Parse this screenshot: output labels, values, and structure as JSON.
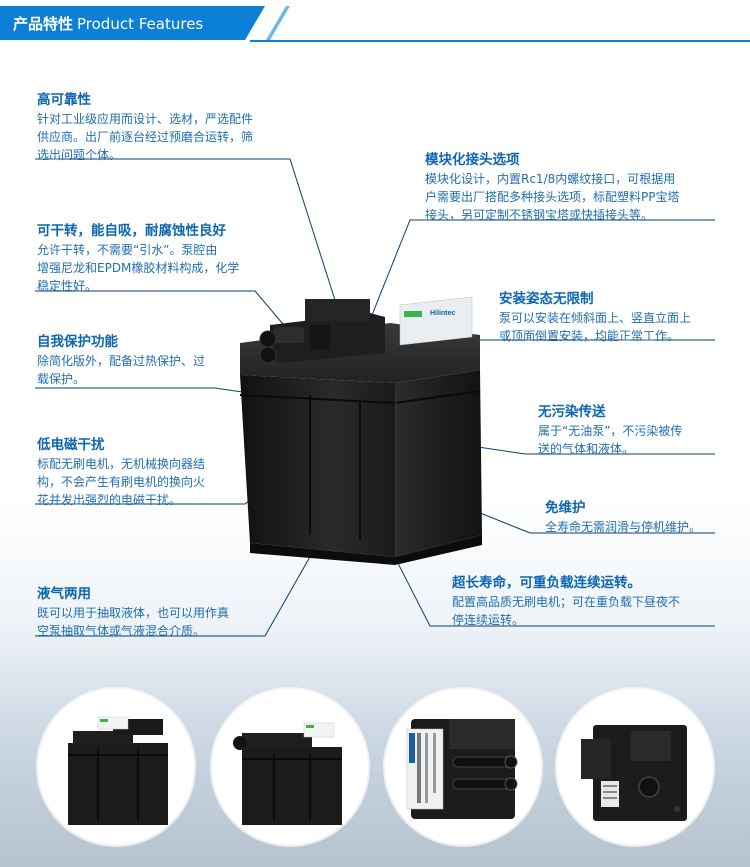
{
  "header": {
    "title_cn": "产品特性",
    "title_en": "Product Features"
  },
  "colors": {
    "brand_blue": "#0c7fd6",
    "text_blue": "#1f6eb0",
    "title_blue": "#0d66b2",
    "motor_black": "#1c1c1c"
  },
  "features": {
    "reliability": {
      "title": "高可靠性",
      "desc": [
        "针对工业级应用而设计、选材，严选配件",
        "供应商。出厂前逐台经过预磨合运转，筛",
        "选出问题个体。"
      ]
    },
    "dry_run": {
      "title": "可干转，能自吸，耐腐蚀性良好",
      "desc": [
        "允许干转，不需要“引水”。泵腔由",
        "增强尼龙和EPDM橡胶材料构成，化学",
        "稳定性好。"
      ]
    },
    "self_protect": {
      "title": "自我保护功能",
      "desc": [
        "除简化版外，配备过热保护、过",
        "载保护。"
      ]
    },
    "low_emi": {
      "title": "低电磁干扰",
      "desc": [
        "标配无刷电机，无机械换向器结",
        "构，不会产生有刷电机的换向火",
        "花并发出强烈的电磁干扰。"
      ]
    },
    "gas_liquid": {
      "title": "液气两用",
      "desc": [
        "既可以用于抽取液体，也可以用作真",
        "空泵抽取气体或气液混合介质。"
      ]
    },
    "modular_joint": {
      "title": "模块化接头选项",
      "desc": [
        "模块化设计，内置Rc1/8内螺纹接口，可根据用",
        "户需要出厂搭配多种接头选项，标配塑料PP宝塔",
        "接头，另可定制不锈钢宝塔或快插接头等。"
      ]
    },
    "mounting": {
      "title": "安装姿态无限制",
      "desc": [
        "泵可以安装在倾斜面上、竖直立面上",
        "或顶面倒置安装，均能正常工作。"
      ]
    },
    "no_pollution": {
      "title": "无污染传送",
      "desc": [
        "属于“无油泵”，不污染被传",
        "送的气体和液体。"
      ]
    },
    "maintenance_free": {
      "title": "免维护",
      "desc": [
        "全寿命无需润滑与停机维护。"
      ]
    },
    "long_life": {
      "title": "超长寿命，可重负载连续运转。",
      "desc": [
        "配置高品质无刷电机；可在重负载下昼夜不",
        "停连续运转。"
      ]
    }
  },
  "product": {
    "label_brand": "Hilintec"
  },
  "thumbnails": [
    {
      "icon": "pump-front-view"
    },
    {
      "icon": "pump-side-view"
    },
    {
      "icon": "pump-label-view"
    },
    {
      "icon": "pump-back-view"
    }
  ]
}
